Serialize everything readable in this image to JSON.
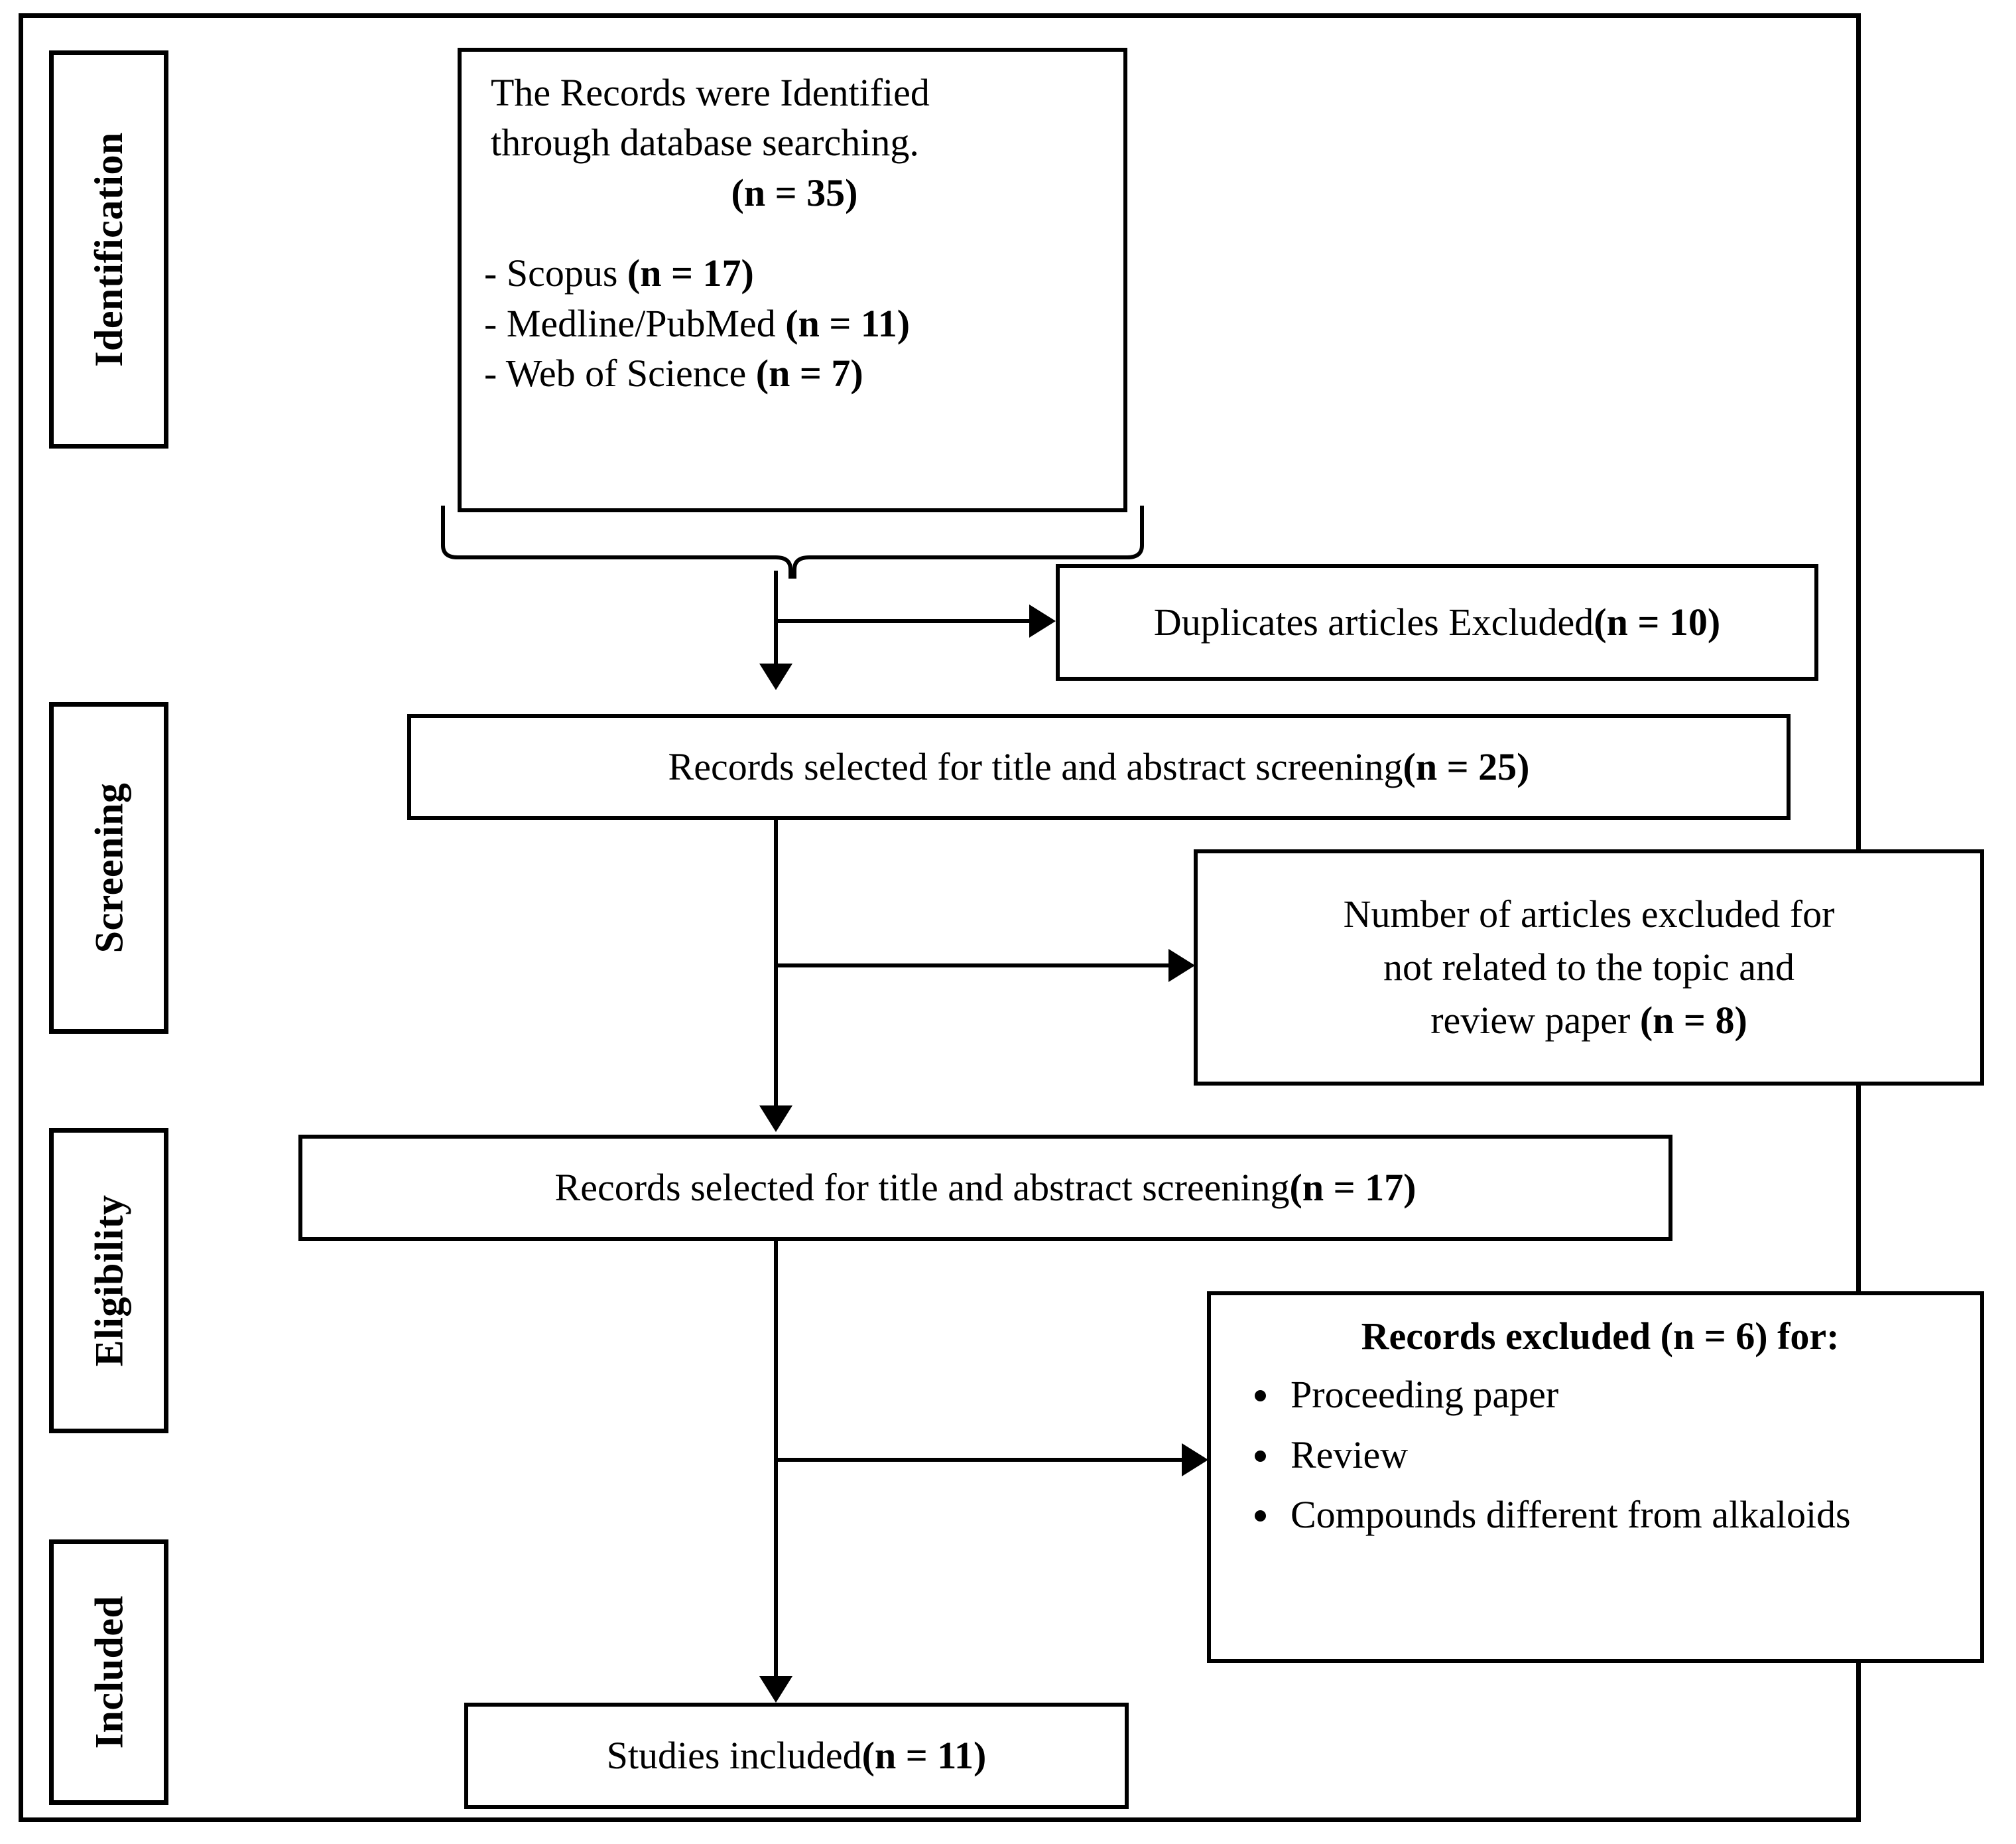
{
  "diagram": {
    "title": "PRISMA flow diagram of study selection",
    "type": "prisma-flow-diagram",
    "stages": [
      {
        "id": "identification",
        "label": "Identification"
      },
      {
        "id": "screening",
        "label": "Screening"
      },
      {
        "id": "eligibility",
        "label": "Eligibility"
      },
      {
        "id": "included",
        "label": "Included"
      }
    ],
    "boxes": {
      "identified": {
        "line1": "The Records were Identified",
        "line2": "through database searching.",
        "count": "(n = 35)",
        "sources": [
          {
            "name": "- Scopus ",
            "count": "(n = 17)"
          },
          {
            "name": "- Medline/PubMed ",
            "count": "(n = 11)"
          },
          {
            "name": "- Web of Science ",
            "count": "(n = 7)"
          }
        ]
      },
      "duplicates_excluded": {
        "text": "Duplicates articles  Excluded ",
        "count": "(n = 10)"
      },
      "screening_selected": {
        "text": "Records selected  for title and abstract  screening ",
        "count": "(n = 25)"
      },
      "not_related_excluded": {
        "line1": "Number of articles  excluded for",
        "line2": "not related  to the topic and",
        "line3": "review paper ",
        "count": "(n = 8)"
      },
      "eligibility_selected": {
        "text": "Records selected  for title and abstract  screening ",
        "count": "(n = 17)"
      },
      "records_excluded": {
        "title_text": "Records excluded ",
        "title_count": "(n = 6)",
        "title_suffix": " for:",
        "reasons": [
          "Proceeding paper",
          "Review",
          "Compounds different from alkaloids"
        ]
      },
      "studies_included": {
        "text": "Studies included ",
        "count": "(n = 11)"
      }
    },
    "colors": {
      "line": "#000000",
      "background": "#ffffff",
      "text": "#000000"
    }
  },
  "chart_data": {
    "type": "diagram",
    "title": "PRISMA flow diagram",
    "nodes": [
      {
        "id": "identified",
        "stage": "Identification",
        "n": 35
      },
      {
        "id": "scopus",
        "stage": "Identification",
        "n": 17
      },
      {
        "id": "medline",
        "stage": "Identification",
        "n": 11
      },
      {
        "id": "wos",
        "stage": "Identification",
        "n": 7
      },
      {
        "id": "duplicates_excluded",
        "stage": "Identification",
        "n": 10
      },
      {
        "id": "screening_selected",
        "stage": "Screening",
        "n": 25
      },
      {
        "id": "not_related_excluded",
        "stage": "Screening",
        "n": 8
      },
      {
        "id": "eligibility_selected",
        "stage": "Eligibility",
        "n": 17
      },
      {
        "id": "records_excluded",
        "stage": "Eligibility",
        "n": 6
      },
      {
        "id": "studies_included",
        "stage": "Included",
        "n": 11
      }
    ],
    "edges": [
      {
        "from": "identified",
        "to": "duplicates_excluded"
      },
      {
        "from": "identified",
        "to": "screening_selected"
      },
      {
        "from": "screening_selected",
        "to": "not_related_excluded"
      },
      {
        "from": "screening_selected",
        "to": "eligibility_selected"
      },
      {
        "from": "eligibility_selected",
        "to": "records_excluded"
      },
      {
        "from": "eligibility_selected",
        "to": "studies_included"
      }
    ]
  }
}
